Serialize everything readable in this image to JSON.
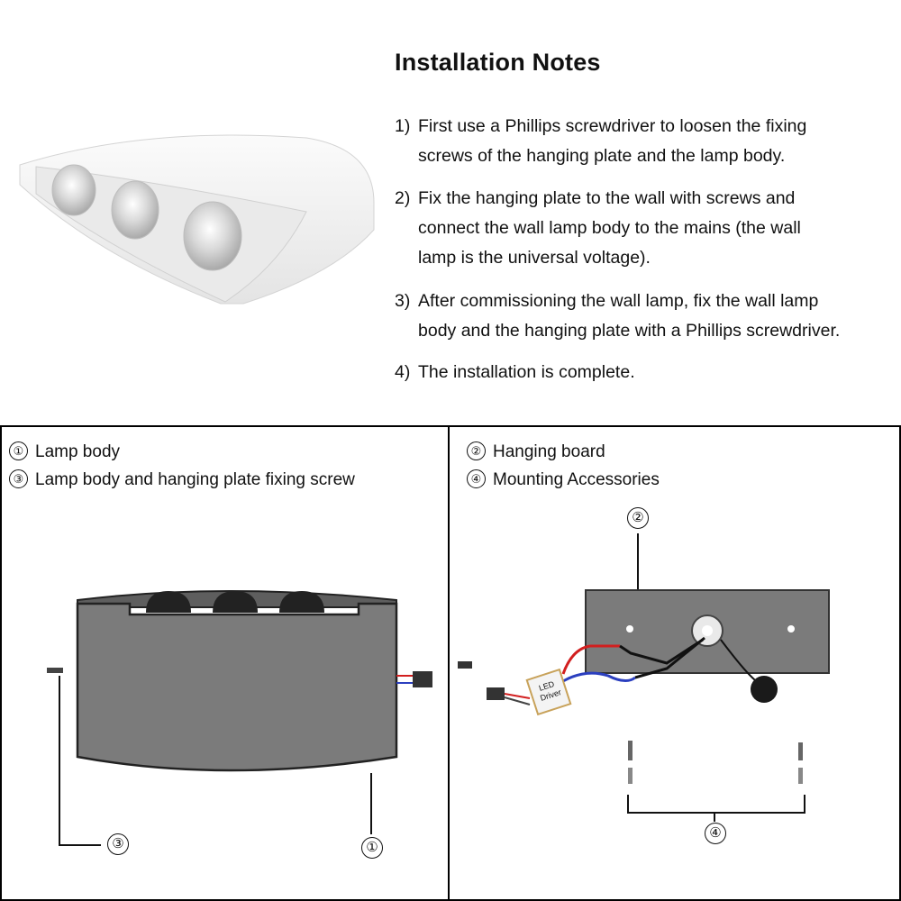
{
  "notes": {
    "title": "Installation Notes",
    "items": [
      {
        "num": "1)",
        "line1": "First use a Phillips screwdriver to loosen the fixing",
        "line2": "screws of the hanging plate and the lamp body.",
        "line3": ""
      },
      {
        "num": "2)",
        "line1": "Fix the hanging plate to the wall with screws and",
        "line2": "connect the wall lamp body to the mains (the wall",
        "line3": "lamp is the universal voltage)."
      },
      {
        "num": "3)",
        "line1": "After commissioning the wall lamp, fix the wall lamp",
        "line2": "body and the hanging plate with a Phillips screwdriver.",
        "line3": ""
      },
      {
        "num": "4)",
        "line1": "The installation is complete.",
        "line2": "",
        "line3": ""
      }
    ]
  },
  "legend_left": [
    {
      "marker": "①",
      "label": "Lamp body"
    },
    {
      "marker": "③",
      "label": "Lamp body and hanging plate fixing screw"
    }
  ],
  "legend_right": [
    {
      "marker": "②",
      "label": "Hanging board"
    },
    {
      "marker": "④",
      "label": "Mounting Accessories"
    }
  ],
  "callouts": {
    "lamp_body": "①",
    "hanging_board": "②",
    "fixing_screw": "③",
    "mounting_accessories": "④"
  },
  "driver_label": {
    "line1": "LED",
    "line2": "Driver"
  },
  "colors": {
    "lamp_white": "#f3f3f3",
    "diagram_gray": "#7b7b7b",
    "wire_red": "#d21f1f",
    "wire_blue": "#2b3fbf",
    "frame": "#000000"
  }
}
